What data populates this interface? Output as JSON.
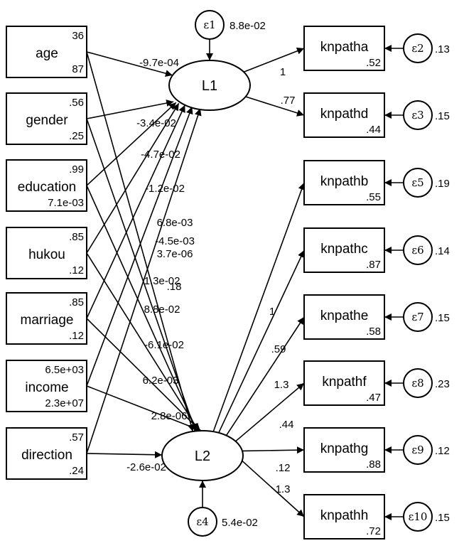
{
  "predictors": [
    {
      "id": "age",
      "label": "age",
      "mean": "36",
      "var": "87"
    },
    {
      "id": "gender",
      "label": "gender",
      "mean": ".56",
      "var": ".25"
    },
    {
      "id": "education",
      "label": "education",
      "mean": ".99",
      "var": "7.1e-03"
    },
    {
      "id": "hukou",
      "label": "hukou",
      "mean": ".85",
      "var": ".12"
    },
    {
      "id": "marriage",
      "label": "marriage",
      "mean": ".85",
      "var": ".12"
    },
    {
      "id": "income",
      "label": "income",
      "mean": "6.5e+03",
      "var": "2.3e+07"
    },
    {
      "id": "direction",
      "label": "direction",
      "mean": ".57",
      "var": ".24"
    }
  ],
  "latents": {
    "L1": {
      "label": "L1",
      "error": {
        "symbol": "ε1",
        "value": "8.8e-02"
      }
    },
    "L2": {
      "label": "L2",
      "error": {
        "symbol": "ε4",
        "value": "5.4e-02"
      }
    }
  },
  "to_L1": [
    {
      "from": "age",
      "coef": "-9.7e-04"
    },
    {
      "from": "gender",
      "coef": "-3.4e-02"
    },
    {
      "from": "education",
      "coef": "-4.7e-02"
    },
    {
      "from": "hukou",
      "coef": "-1.2e-02"
    },
    {
      "from": "marriage",
      "coef": "6.8e-03"
    },
    {
      "from": "income",
      "coef": "-4.5e-03"
    },
    {
      "from": "direction",
      "coef": "3.7e-06"
    }
  ],
  "to_L2": [
    {
      "from": "age",
      "coef": ".18"
    },
    {
      "from": "gender",
      "coef": "1.3e-02"
    },
    {
      "from": "education",
      "coef": "8.8e-02"
    },
    {
      "from": "hukou",
      "coef": "-6.1e-02"
    },
    {
      "from": "marriage",
      "coef": "6.2e-03"
    },
    {
      "from": "income",
      "coef": "2.8e-06"
    },
    {
      "from": "direction",
      "coef": "-2.6e-02"
    }
  ],
  "indicators": [
    {
      "id": "knpatha",
      "label": "knpatha",
      "intercept": ".52",
      "latent": "L1",
      "loading": "1",
      "error": {
        "symbol": "ε2",
        "value": ".13"
      }
    },
    {
      "id": "knpathd",
      "label": "knpathd",
      "intercept": ".44",
      "latent": "L1",
      "loading": ".77",
      "error": {
        "symbol": "ε3",
        "value": ".15"
      }
    },
    {
      "id": "knpathb",
      "label": "knpathb",
      "intercept": ".55",
      "latent": "L2",
      "loading": "1",
      "error": {
        "symbol": "ε5",
        "value": ".19"
      }
    },
    {
      "id": "knpathc",
      "label": "knpathc",
      "intercept": ".87",
      "latent": "L2",
      "loading": ".59",
      "error": {
        "symbol": "ε6",
        "value": ".14"
      }
    },
    {
      "id": "knpathe",
      "label": "knpathe",
      "intercept": ".58",
      "latent": "L2",
      "loading": "1.3",
      "error": {
        "symbol": "ε7",
        "value": ".15"
      }
    },
    {
      "id": "knpathf",
      "label": "knpathf",
      "intercept": ".47",
      "latent": "L2",
      "loading": ".44",
      "error": {
        "symbol": "ε8",
        "value": ".23"
      }
    },
    {
      "id": "knpathg",
      "label": "knpathg",
      "intercept": ".88",
      "latent": "L2",
      "loading": ".12",
      "error": {
        "symbol": "ε9",
        "value": ".12"
      }
    },
    {
      "id": "knpathh",
      "label": "knpathh",
      "intercept": ".72",
      "latent": "L2",
      "loading": "1.3",
      "error": {
        "symbol": "ε10",
        "value": ".15"
      }
    }
  ]
}
